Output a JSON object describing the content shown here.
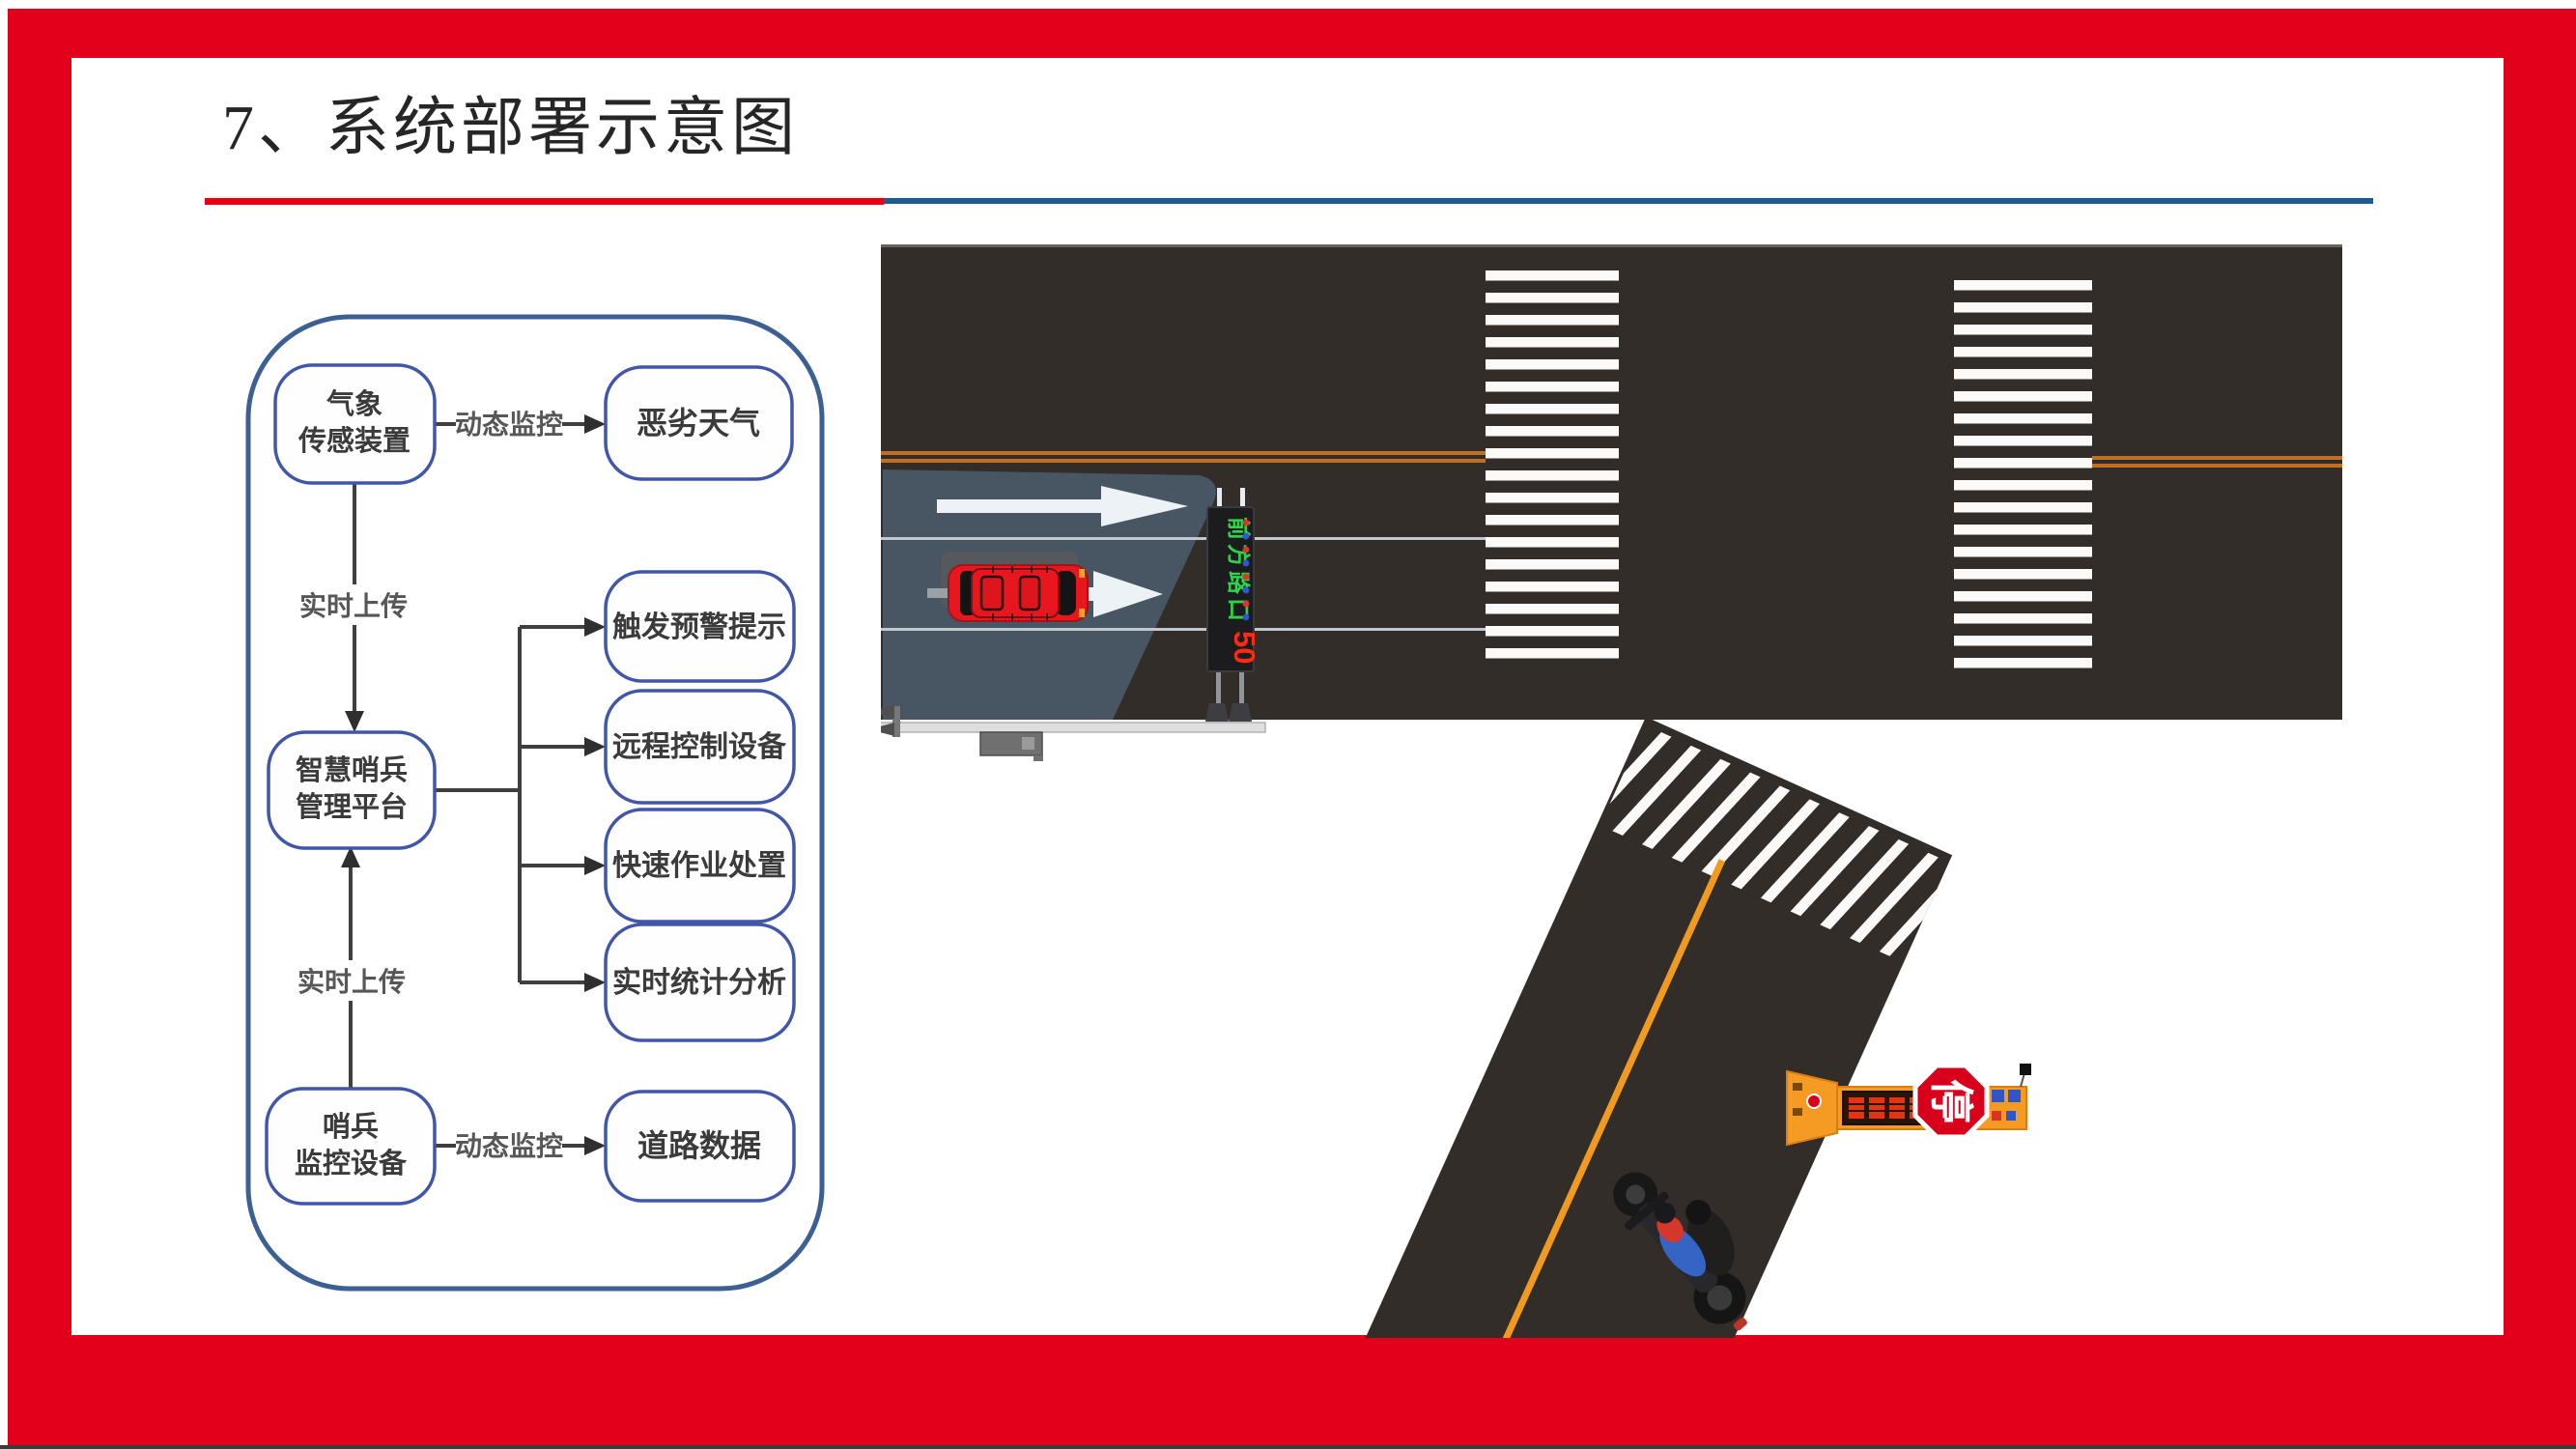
{
  "slide": {
    "title": "7、系统部署示意图"
  },
  "flowchart": {
    "weather_sensor": {
      "line1": "气象",
      "line2": "传感装置"
    },
    "bad_weather": "恶劣天气",
    "platform": {
      "line1": "智慧哨兵",
      "line2": "管理平台"
    },
    "outputs": {
      "trigger": "触发预警提示",
      "remote": "远程控制设备",
      "quick": "快速作业处置",
      "stats": "实时统计分析"
    },
    "sentinel_device": {
      "line1": "哨兵",
      "line2": "监控设备"
    },
    "road_data": "道路数据",
    "edge_labels": {
      "dynamic_top": "动态监控",
      "upload_top": "实时上传",
      "upload_bottom": "实时上传",
      "dynamic_bottom": "动态监控"
    }
  },
  "road_scene": {
    "led_sign": {
      "text": "前方路口",
      "speed": "50"
    },
    "stop_sign": {
      "glyph": "停"
    }
  },
  "colors": {
    "frame_red": "#e2001a",
    "divider_red": "#e60012",
    "divider_blue": "#1c5a96",
    "road_dark": "#332d2a",
    "lane_orange": "#bf7023",
    "detection_wedge": "#485663",
    "car_red": "#e8171f",
    "device_orange": "#f59b23",
    "stop_red": "#d9001b",
    "led_green": "#2fd24a",
    "led_red": "#ff2a12",
    "flow_border_blue": "#4056a8",
    "container_border_blue": "#3d6094"
  }
}
